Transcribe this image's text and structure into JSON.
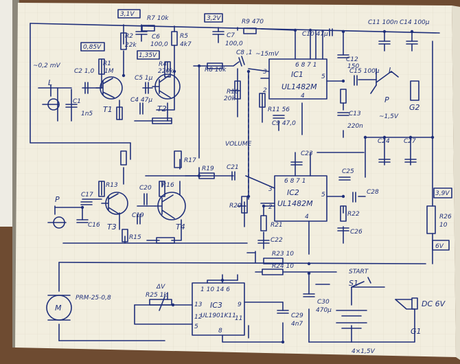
{
  "labels": {
    "v31": "3,1V",
    "r7": "R7 10k",
    "v32": "3,2V",
    "r9": "R9 470",
    "c11": "C11 100n",
    "c14": "C14 100µ",
    "r2": "R2",
    "r2v": "22k",
    "c6": "C6",
    "c6v": "100,0",
    "r5": "R5",
    "r5v": "4k7",
    "c7": "C7",
    "c7v": "100,0",
    "c10": "C10 47µ",
    "v085": "0,85V",
    "r1": "R1",
    "r1v": "1M",
    "v135": "1,35V",
    "r4": "R4",
    "r4v": "220k",
    "r8": "R8 10k",
    "c8": "C8 ,1",
    "v15mv": "~15mV",
    "ic1_pins": "6 8 7 1",
    "ic1": "IC1",
    "ic1_type": "UL1482M",
    "c12": "C12",
    "c12v": "150",
    "c15": "C15 100µ",
    "v02mv": "~0,2 mV",
    "in_l": "L",
    "c2": "C2 1,0",
    "c5": "C5 1µ",
    "c4": "C4 47µ",
    "c1": "C1",
    "c1v": "1n5",
    "t1": "T1",
    "t2": "T2",
    "r10": "R10",
    "r10v": "20k",
    "r11": "R11 56",
    "c9": "C9 47,0",
    "sw_l": "L",
    "sw_p": "P",
    "c13": "C13",
    "c13v": "220n",
    "v15": "~1,5V",
    "g2": "G2",
    "volume": "VOLUME",
    "c24": "C24",
    "c27": "C27",
    "c23": "C23",
    "r17": "R17",
    "r19": "R19",
    "c21": "C21",
    "c25": "C25",
    "r13": "R13",
    "r16": "R16",
    "c20": "C20",
    "c17": "C17",
    "in_p": "P",
    "ic2_pins": "6 8 7 1",
    "ic2": "IC2",
    "ic2_type": "UL1482M",
    "c28": "C28",
    "v39": "3,9V",
    "c16": "C16",
    "c19": "C19",
    "r20": "R20",
    "r22": "R22",
    "t3": "T3",
    "t4": "T4",
    "r15": "R15",
    "r21": "R21",
    "c26": "C26",
    "r26": "R26",
    "r26v": "10",
    "c22": "C22",
    "r23": "R23 10",
    "v6": "6V",
    "r24": "R24 10",
    "start": "START",
    "s1": "S1",
    "motor": "PRM-25-0,8",
    "dv": "ΔV",
    "r25": "R25 1k",
    "ic3_pins": "1 10 14 6",
    "ic3_pin13": "13",
    "ic3_pin12": "12",
    "ic3_pin5": "5",
    "ic3_pin9": "9",
    "ic3_pin11": "11",
    "ic3": "IC3",
    "ic3_type": "UL1901K11",
    "ic3_pin8": "8",
    "c29": "C29",
    "c29v": "4n7",
    "c30": "C30",
    "c30v": "470µ",
    "dc6v": "DC 6V",
    "g1": "G1",
    "motor_m": "M",
    "battery": "4×1,5V",
    "ic1_p3": "3",
    "ic1_p2": "2",
    "ic1_p4": "4",
    "ic1_p5": "5",
    "ic2_p3": "3",
    "ic2_p2": "2",
    "ic2_p4": "4",
    "ic2_p5": "5"
  }
}
